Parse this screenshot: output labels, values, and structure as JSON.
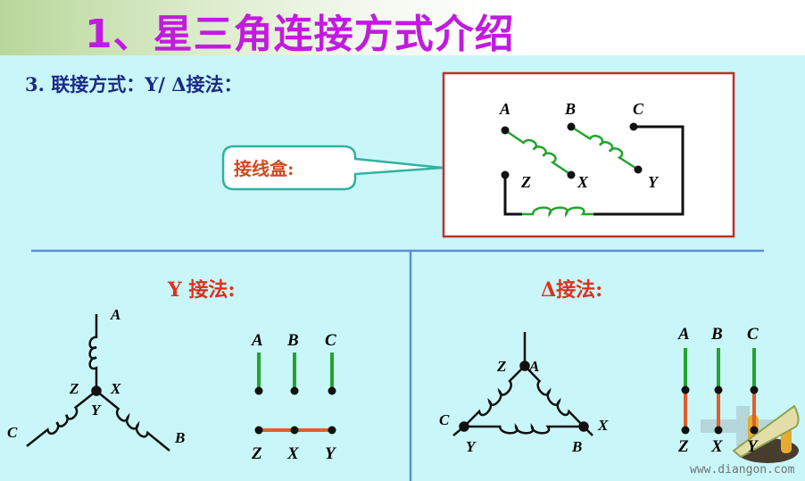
{
  "title": "1、星三角连接方式介绍",
  "heading": "3. 联接方式：Y/ Δ接法：",
  "callout": "接线盒:",
  "junction_box": {
    "top_labels": [
      "A",
      "B",
      "C"
    ],
    "bottom_labels": [
      "Z",
      "X",
      "Y"
    ]
  },
  "y_section": {
    "title": "Y 接法:",
    "star_labels": {
      "a": "A",
      "b": "B",
      "c": "C",
      "z": "Z",
      "x": "X",
      "y": "Y"
    },
    "terminals_top": [
      "A",
      "B",
      "C"
    ],
    "terminals_bottom": [
      "Z",
      "X",
      "Y"
    ]
  },
  "delta_section": {
    "title": "Δ接法:",
    "triangle_labels": {
      "za": "Z",
      "a": "A",
      "c": "C",
      "y": "Y",
      "b": "B",
      "x": "X"
    },
    "terminals_top": [
      "A",
      "B",
      "C"
    ],
    "terminals_bottom": [
      "Z",
      "X",
      "Y"
    ]
  },
  "watermark": "www.diangon.com",
  "colors": {
    "title": "#c21ae0",
    "heading": "#1b2a85",
    "section_title": "#e0301e",
    "coil": "#22a52e",
    "link": "#e0602a",
    "divider": "#5a8fd6",
    "box_border": "#c0302a",
    "callout_border": "#2fb3a0"
  }
}
